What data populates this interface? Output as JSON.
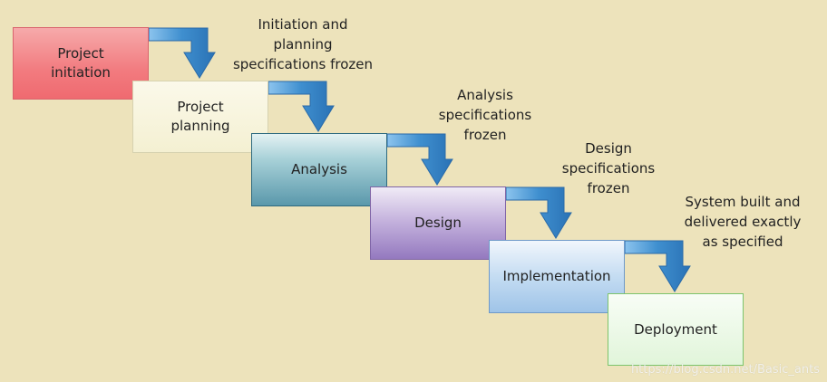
{
  "stages": [
    {
      "label": "Project\ninitiation"
    },
    {
      "label": "Project\nplanning"
    },
    {
      "label": "Analysis"
    },
    {
      "label": "Design"
    },
    {
      "label": "Implementation"
    },
    {
      "label": "Deployment"
    }
  ],
  "annotations": [
    {
      "text": "Initiation and\nplanning\nspecifications frozen"
    },
    {
      "text": "Analysis\nspecifications\nfrozen"
    },
    {
      "text": "Design\nspecifications\nfrozen"
    },
    {
      "text": "System built and\ndelivered exactly\nas specified"
    }
  ],
  "watermark": "https://blog.csdn.net/Basic_ants",
  "colors": {
    "background": "#ede3bb",
    "arrow": "#3f8fcf",
    "stage_initiation": "#ef6a70",
    "stage_planning": "#f4f0d2",
    "stage_analysis": "#5a98ab",
    "stage_design": "#9479bf",
    "stage_implementation": "#9fc4e8",
    "stage_deployment": "#e1f5da"
  }
}
